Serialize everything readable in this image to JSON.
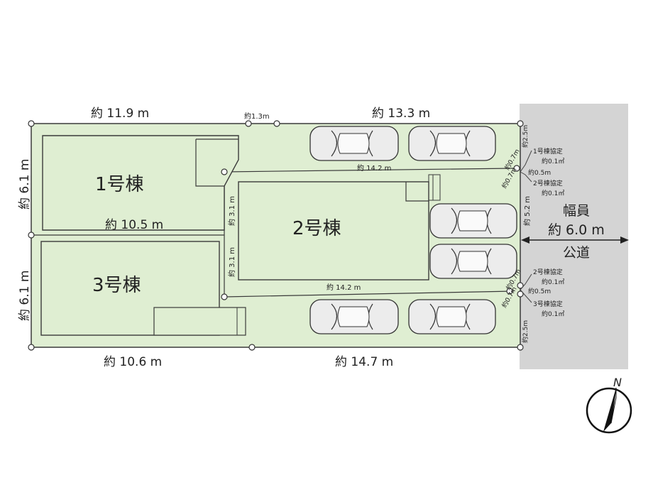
{
  "colors": {
    "lot": "#dfeed2",
    "road": "#d4d4d4",
    "line": "#3a3a3a",
    "car_body": "#ececec"
  },
  "buildings": {
    "b1": "1号棟",
    "b2": "2号棟",
    "b3": "3号棟"
  },
  "dimensions": {
    "top_left": "約 11.9 m",
    "top_gap": "約1.3m",
    "top_right": "約 13.3 m",
    "left_upper": "約 6.1 m",
    "left_lower": "約 6.1 m",
    "mid_1": "約 10.5 m",
    "upper_strip": "約 14.2 m",
    "lower_strip": "約 14.2 m",
    "strip_upper_v": "約 3.1 m",
    "strip_lower_v": "約 3.1 m",
    "bottom_left": "約 10.6 m",
    "bottom_right": "約 14.7 m",
    "right_top": "約2.5m",
    "right_mid": "約 5.2 m",
    "right_bottom": "約2.5m",
    "nw_07a": "約0.7m",
    "nw_07b": "約0.7m",
    "sw_07a": "約0.7m",
    "sw_07b": "約0.7m",
    "n_05": "約0.5m",
    "s_05": "約0.5m"
  },
  "agreements": {
    "a1_title": "1号棟協定",
    "a1_value": "約0.1㎡",
    "a2_title": "2号棟協定",
    "a2_value": "約0.1㎡",
    "a3_title": "2号棟協定",
    "a3_value": "約0.1㎡",
    "a4_title": "3号棟協定",
    "a4_value": "約0.1㎡"
  },
  "road": {
    "width_label": "幅員",
    "width_value": "約 6.0 m",
    "type": "公道"
  },
  "compass": {
    "north": "N",
    "icon": "compass-icon"
  }
}
